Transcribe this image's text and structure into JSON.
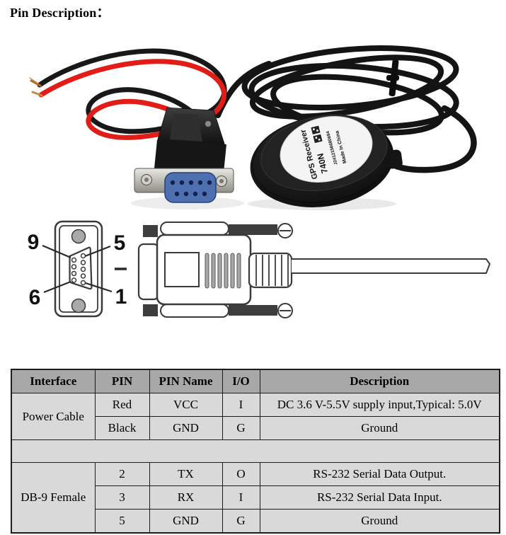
{
  "page": {
    "title": "Pin Description："
  },
  "photo": {
    "description": "GPS receiver puck with coiled cable, DB-9 female connector and red/black power wires",
    "label": {
      "product": "GPS Receiver",
      "model": "740N",
      "serial": "J2412156680694",
      "origin": "Made In China"
    },
    "colors": {
      "wire_red": "#e21c16",
      "wire_black": "#181818",
      "connector_blue": "#4e6fb0"
    }
  },
  "diagram": {
    "description": "DB-9 female connector front view pin numbering and side view with cable",
    "pin_labels": {
      "top_left": "9",
      "top_right": "5",
      "bottom_left": "6",
      "bottom_right": "1"
    }
  },
  "table": {
    "headers": [
      "Interface",
      "PIN",
      "PIN Name",
      "I/O",
      "Description"
    ],
    "colors": {
      "header_bg": "#a8a8a8",
      "row_bg": "#d9d9d9"
    },
    "groups": [
      {
        "interface": "Power Cable",
        "rows": [
          {
            "pin": "Red",
            "pin_name": "VCC",
            "io": "I",
            "description": "DC 3.6 V-5.5V supply input,Typical: 5.0V"
          },
          {
            "pin": "Black",
            "pin_name": "GND",
            "io": "G",
            "description": "Ground"
          }
        ]
      },
      {
        "interface": "DB-9 Female",
        "rows": [
          {
            "pin": "2",
            "pin_name": "TX",
            "io": "O",
            "description": "RS-232 Serial Data Output."
          },
          {
            "pin": "3",
            "pin_name": "RX",
            "io": "I",
            "description": "RS-232 Serial Data Input."
          },
          {
            "pin": "5",
            "pin_name": "GND",
            "io": "G",
            "description": "Ground"
          }
        ]
      }
    ]
  }
}
